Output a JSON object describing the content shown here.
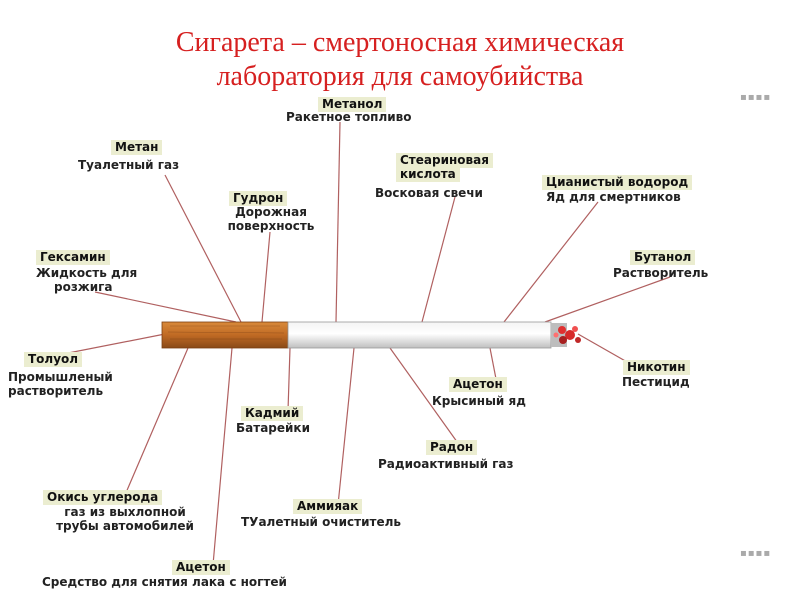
{
  "title": {
    "line1": "Сигарета – смертоносная химическая",
    "line2": "лаборатория для самоубийства"
  },
  "colors": {
    "title": "#d62020",
    "label_bg": "#ebedd0",
    "connector": "#b06060",
    "filter": "#c8732a",
    "ember": "#e03030"
  },
  "substances": {
    "metanol": {
      "name": "Метанол",
      "desc": "Ракетное топливо"
    },
    "metan": {
      "name": "Метан",
      "desc": "Туалетный газ"
    },
    "gudron": {
      "name": "Гудрон",
      "desc_line1": "Дорожная",
      "desc_line2": "поверхность"
    },
    "stearin": {
      "name_line1": "Стеариновая",
      "name_line2": "кислота",
      "desc": "Восковая свечи"
    },
    "cyanide": {
      "name": "Цианистый водород",
      "desc": "Яд для смертников"
    },
    "geksamin": {
      "name": "Гексамин",
      "desc_line1": "Жидкость для",
      "desc_line2": "розжига"
    },
    "butanol": {
      "name": "Бутанол",
      "desc": "Растворитель"
    },
    "toluol": {
      "name": "Толуол",
      "desc_line1": "Промышленый",
      "desc_line2": "растворитель"
    },
    "nikotin": {
      "name": "Никотин",
      "desc": "Пестицид"
    },
    "aceton_rat": {
      "name": "Ацетон",
      "desc": "Крысиный яд"
    },
    "kadmiy": {
      "name": "Кадмий",
      "desc": "Батарейки"
    },
    "radon": {
      "name": "Радон",
      "desc": "Радиоактивный газ"
    },
    "co": {
      "name": "Окись углерода",
      "desc_line1": "газ из выхлопной",
      "desc_line2": "трубы автомобилей"
    },
    "ammiak": {
      "name": "Аммияак",
      "desc": "ТУалетный очиститель"
    },
    "aceton_nail": {
      "name": "Ацетон",
      "desc": "Средство для снятия лака с ногтей"
    }
  }
}
